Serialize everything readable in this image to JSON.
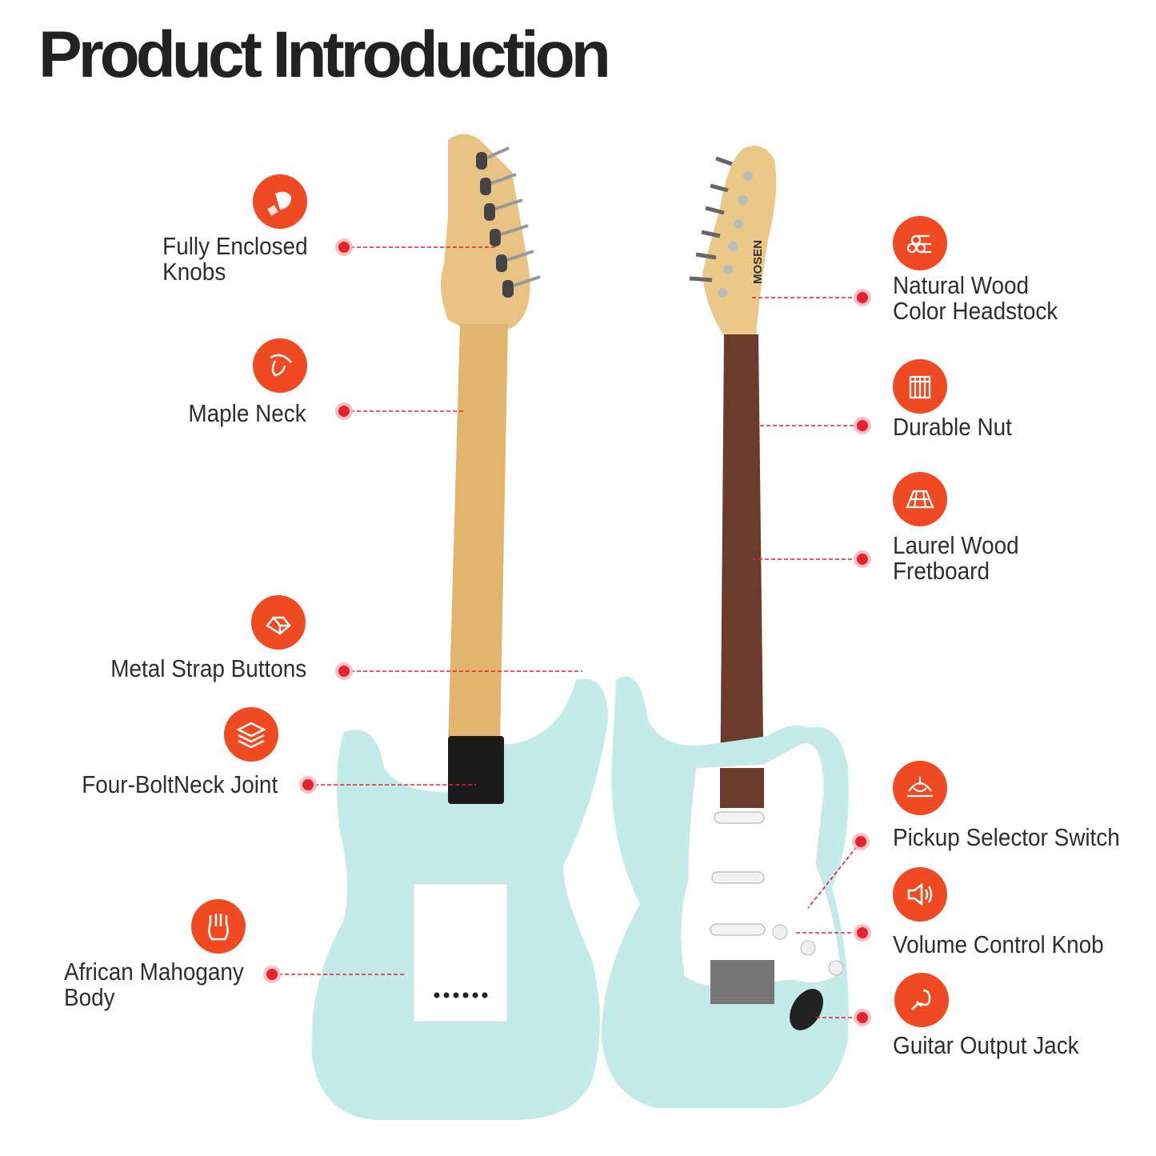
{
  "title": "Product Introduction",
  "brand": "MOSEN",
  "accent_color": "#f04a22",
  "dot_color": "#e5232f",
  "body_color": "#c3ebe9",
  "features_left": [
    {
      "label": "Fully Enclosed\nKnobs",
      "icon": "tuning-knob-icon"
    },
    {
      "label": "Maple Neck",
      "icon": "guitar-neck-icon"
    },
    {
      "label": "Metal Strap Buttons",
      "icon": "metal-bars-icon"
    },
    {
      "label": "Four-BoltNeck Joint",
      "icon": "layers-icon"
    },
    {
      "label": "African Mahogany\nBody",
      "icon": "guitar-body-icon"
    }
  ],
  "features_right": [
    {
      "label": "Natural Wood\nColor Headstock",
      "icon": "wood-logs-icon"
    },
    {
      "label": "Durable Nut",
      "icon": "nut-icon"
    },
    {
      "label": "Laurel Wood\nFretboard",
      "icon": "fretboard-icon"
    },
    {
      "label": "Pickup Selector Switch",
      "icon": "selector-switch-icon"
    },
    {
      "label": "Volume Control Knob",
      "icon": "speaker-icon"
    },
    {
      "label": "Guitar Output Jack",
      "icon": "cable-jack-icon"
    }
  ]
}
